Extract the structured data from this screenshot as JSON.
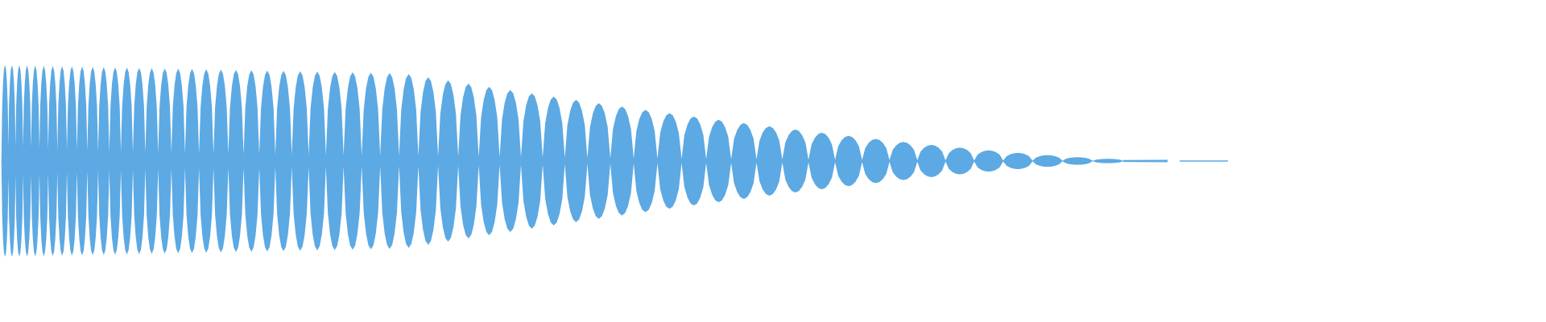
{
  "waveform": {
    "fill_color": "#5DA9E3",
    "background_color": "#FFFFFF",
    "shape": "decaying-oscillation",
    "lobe_count": 60,
    "peak_amplitude_ratio": 0.97,
    "tail_amplitude_ratio": 0.015
  }
}
